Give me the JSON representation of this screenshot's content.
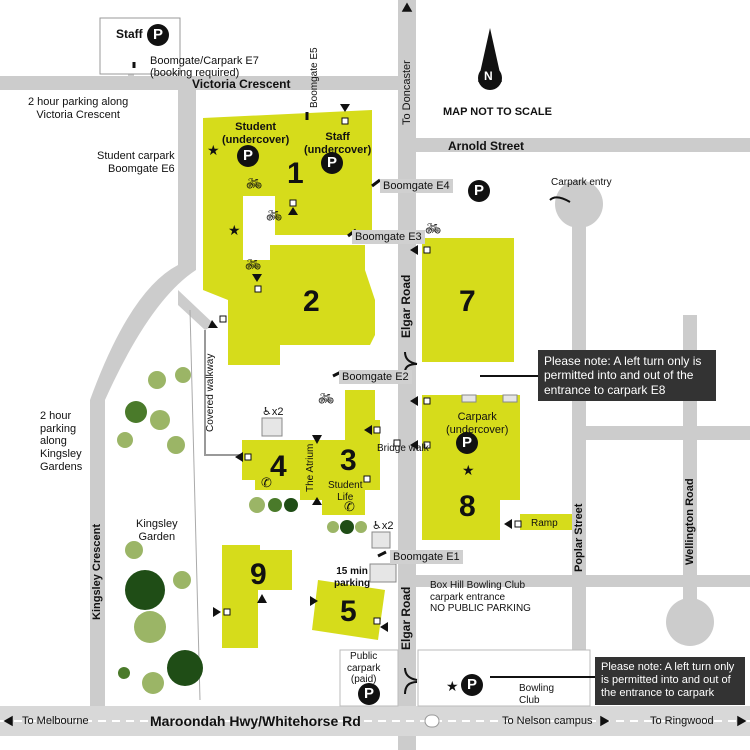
{
  "colors": {
    "building": "#d6dc1b",
    "road": "#cccccc",
    "footpath": "#bdbdbd",
    "notice": "#333333",
    "tree_dark": "#1f4d16",
    "tree_mid": "#4a7a2a",
    "tree_light": "#9bb566"
  },
  "compass": {
    "letter": "N",
    "note": "MAP NOT TO SCALE"
  },
  "roads": {
    "victoria": "Victoria Crescent",
    "arnold": "Arnold Street",
    "elgar_top": "Elgar Road",
    "elgar_bottom": "Elgar Road",
    "poplar": "Poplar Street",
    "wellington": "Wellington Road",
    "kingsley_cres": "Kingsley Crescent",
    "maroondah": "Maroondah Hwy/Whitehorse Rd",
    "to_doncaster": "To Doncaster",
    "to_melbourne": "To Melbourne",
    "to_nelson": "To Nelson campus",
    "to_ringwood": "To Ringwood"
  },
  "buildings": {
    "b1": "1",
    "b2": "2",
    "b3": "3",
    "b4": "4",
    "b5": "5",
    "b7": "7",
    "b8": "8",
    "b9": "9"
  },
  "labels": {
    "staff_top": "Staff",
    "boomgate_e7": "Boomgate/Carpark E7",
    "booking": "(booking required)",
    "parking_victoria": "2 hour parking along\nVictoria Crescent",
    "student_carpark": "Student carpark\nBoomgate E6",
    "student_undercover": "Student\n(undercover)",
    "staff_undercover": "Staff\n(undercover)",
    "boomgate_e5": "Boomgate E5",
    "boomgate_e4": "Boomgate E4",
    "boomgate_e3": "Boomgate E3",
    "boomgate_e2": "Boomgate E2",
    "boomgate_e1": "Boomgate E1",
    "covered_walkway": "Covered walkway",
    "the_atrium": "The Atrium",
    "student_life": "Student\nLife",
    "bridge_walk": "Bridge walk",
    "carpark_undercover": "Carpark\n(undercover)",
    "ramp": "Ramp",
    "x2a": "x2",
    "x2b": "x2",
    "min_parking": "15 min\nparking",
    "parking_kingsley": "2 hour\nparking\nalong\nKingsley\nGardens",
    "kingsley_garden": "Kingsley\nGarden",
    "bowls_entrance": "Box Hill Bowling Club\ncarpark entrance\nNO PUBLIC PARKING",
    "public_carpark": "Public\ncarpark\n(paid)",
    "bowling_club": "Bowling\nClub",
    "carpark_entry": "Carpark entry"
  },
  "notices": {
    "n1": "Please note: A left turn only is permitted into and out of the entrance to carpark E8",
    "n2": "Please note: A left turn only is permitted into and out of the entrance to carpark"
  },
  "parking_symbol": "P"
}
